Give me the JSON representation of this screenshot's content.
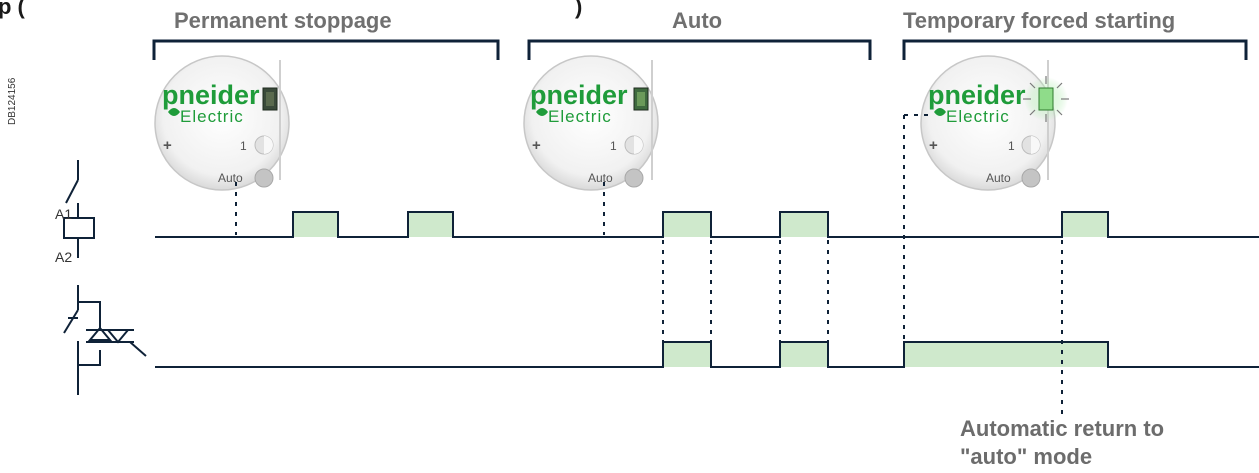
{
  "doc_ref": "DB124156",
  "top_fragment": "p (",
  "top_fragment_right": ")",
  "modes": [
    {
      "title": "Permanent stoppage",
      "indicator": "off"
    },
    {
      "title": "Auto",
      "indicator": "off"
    },
    {
      "title": "Temporary forced starting",
      "indicator": "lit"
    }
  ],
  "device": {
    "brand_main": "pneider",
    "brand_sub": "Electric",
    "plus": "+",
    "knob_one": "1",
    "knob_auto": "Auto"
  },
  "relay": {
    "terminal_a1": "A1",
    "terminal_a2": "A2"
  },
  "note": {
    "line1": "Automatic return to",
    "line2": "\"auto\" mode"
  },
  "colors": {
    "trace": "#0f2238",
    "pulse_fill": "#cfe9cc",
    "brand": "#1f9c3a",
    "bracket": "#0f2238"
  }
}
